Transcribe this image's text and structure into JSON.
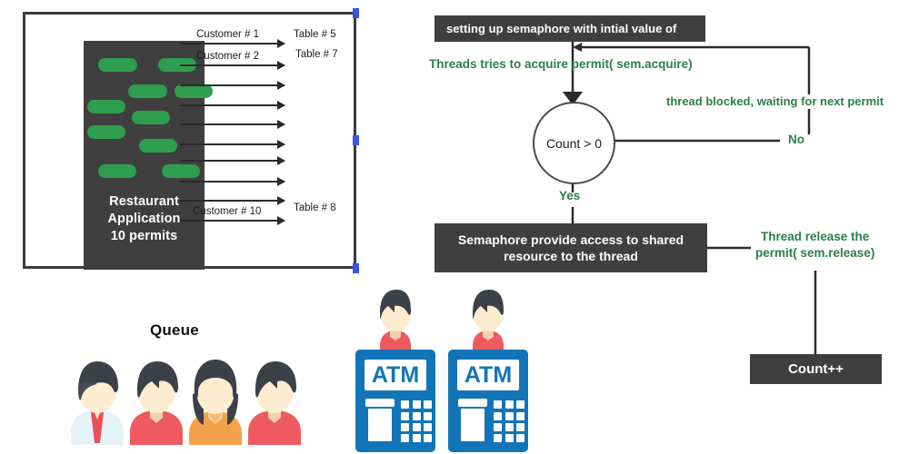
{
  "diagram": {
    "title_semantics": "semaphore-concept-diagram",
    "colors": {
      "dark_box": "#3f3f3f",
      "green_text": "#2a8045",
      "green_pill": "#2f9e4f",
      "line": "#2a2a2e",
      "atm_blue": "#1275b8",
      "selection_handle": "#3b55e8"
    }
  },
  "restaurant_panel": {
    "app_box_label_lines": [
      "Restaurant",
      "Application",
      "10 permits"
    ],
    "permit_count": 10,
    "flows": [
      {
        "customer": "Customer # 1",
        "table": "Table # 5"
      },
      {
        "customer": "Customer # 2",
        "table": "Table # 7"
      },
      {
        "customer": "",
        "table": ""
      },
      {
        "customer": "",
        "table": ""
      },
      {
        "customer": "",
        "table": ""
      },
      {
        "customer": "",
        "table": ""
      },
      {
        "customer": "",
        "table": ""
      },
      {
        "customer": "",
        "table": ""
      },
      {
        "customer": "",
        "table": ""
      },
      {
        "customer": "Customer # 10",
        "table": "Table # 8"
      }
    ]
  },
  "queue_group": {
    "title": "Queue",
    "people": [
      {
        "name": "person-blue-shirt-tie",
        "shirt": "#cfe9f4",
        "hair": "#3c4049",
        "tie": "#e8505b"
      },
      {
        "name": "person-red-shirt-1",
        "shirt": "#ee5a5f",
        "hair": "#3c4049",
        "tie": ""
      },
      {
        "name": "person-woman-orange",
        "shirt": "#f5a04a",
        "hair": "#3c4049",
        "tie": ""
      },
      {
        "name": "person-red-shirt-2",
        "shirt": "#ee5a5f",
        "hair": "#3c4049",
        "tie": ""
      }
    ]
  },
  "atm_group": {
    "machines": [
      {
        "screen_label": "ATM"
      },
      {
        "screen_label": "ATM"
      }
    ]
  },
  "flowchart": {
    "start_box": "setting up semaphore with intial value of",
    "acquire_label": "Threads tries to acquire permit( sem.acquire)",
    "decision": "Count > 0",
    "branch_yes": "Yes",
    "branch_no": "No",
    "blocked_label": "thread blocked, waiting for next permit",
    "access_box_lines": [
      "Semaphore provide access to shared",
      "resource to the thread"
    ],
    "release_label_lines": [
      "Thread release the",
      "permit( sem.release)"
    ],
    "count_box": "Count++"
  }
}
